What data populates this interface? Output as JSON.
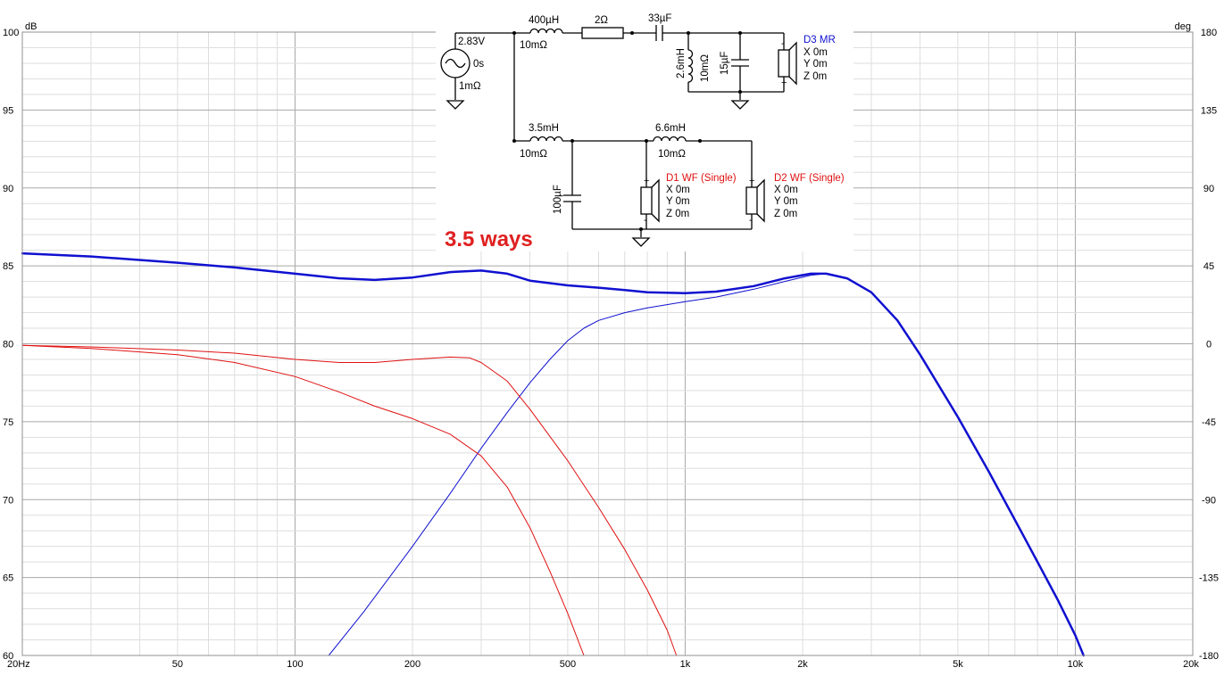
{
  "chart_data": {
    "type": "line",
    "title": "",
    "x_scale": "log",
    "xlim": [
      20,
      20000
    ],
    "ylim": [
      60,
      100
    ],
    "y2lim": [
      -180,
      180
    ],
    "left_unit": "dB",
    "right_unit": "deg",
    "x_ticks": [
      {
        "v": 20,
        "label": "20Hz"
      },
      {
        "v": 50,
        "label": "50"
      },
      {
        "v": 100,
        "label": "100"
      },
      {
        "v": 200,
        "label": "200"
      },
      {
        "v": 500,
        "label": "500"
      },
      {
        "v": 1000,
        "label": "1k"
      },
      {
        "v": 2000,
        "label": "2k"
      },
      {
        "v": 5000,
        "label": "5k"
      },
      {
        "v": 10000,
        "label": "10k"
      },
      {
        "v": 20000,
        "label": "20k"
      }
    ],
    "y_ticks": [
      {
        "v": 100,
        "label": "100"
      },
      {
        "v": 95,
        "label": "95"
      },
      {
        "v": 90,
        "label": "90"
      },
      {
        "v": 85,
        "label": "85"
      },
      {
        "v": 80,
        "label": "80"
      },
      {
        "v": 75,
        "label": "75"
      },
      {
        "v": 70,
        "label": "70"
      },
      {
        "v": 65,
        "label": "65"
      },
      {
        "v": 60,
        "label": "60"
      }
    ],
    "y2_ticks": [
      {
        "v": 180,
        "label": "180"
      },
      {
        "v": 135,
        "label": "135"
      },
      {
        "v": 90,
        "label": "90"
      },
      {
        "v": 45,
        "label": "45"
      },
      {
        "v": 0,
        "label": "0"
      },
      {
        "v": -45,
        "label": "-45"
      },
      {
        "v": -90,
        "label": "-90"
      },
      {
        "v": -135,
        "label": "-135"
      },
      {
        "v": -180,
        "label": "-180"
      }
    ],
    "grid": true,
    "series": [
      {
        "key": "total",
        "color": "#1010d0",
        "width": 2.5,
        "points": [
          [
            20,
            85.8
          ],
          [
            30,
            85.6
          ],
          [
            50,
            85.2
          ],
          [
            70,
            84.9
          ],
          [
            100,
            84.5
          ],
          [
            130,
            84.2
          ],
          [
            160,
            84.1
          ],
          [
            200,
            84.25
          ],
          [
            250,
            84.6
          ],
          [
            300,
            84.7
          ],
          [
            350,
            84.5
          ],
          [
            400,
            84.05
          ],
          [
            500,
            83.75
          ],
          [
            600,
            83.6
          ],
          [
            700,
            83.45
          ],
          [
            800,
            83.3
          ],
          [
            1000,
            83.25
          ],
          [
            1200,
            83.35
          ],
          [
            1500,
            83.7
          ],
          [
            1800,
            84.2
          ],
          [
            2100,
            84.5
          ],
          [
            2300,
            84.5
          ],
          [
            2600,
            84.2
          ],
          [
            3000,
            83.3
          ],
          [
            3500,
            81.5
          ],
          [
            4000,
            79.3
          ],
          [
            5000,
            75.3
          ],
          [
            6000,
            71.8
          ],
          [
            7000,
            68.7
          ],
          [
            8000,
            66.0
          ],
          [
            9000,
            63.6
          ],
          [
            10000,
            61.3
          ],
          [
            10500,
            60.0
          ]
        ]
      },
      {
        "key": "D3-MR",
        "color": "#1010d0",
        "width": 1,
        "points": [
          [
            122,
            60
          ],
          [
            150,
            62.8
          ],
          [
            200,
            67.0
          ],
          [
            250,
            70.4
          ],
          [
            300,
            73.3
          ],
          [
            350,
            75.6
          ],
          [
            400,
            77.5
          ],
          [
            450,
            79.0
          ],
          [
            500,
            80.2
          ],
          [
            550,
            81.0
          ],
          [
            600,
            81.5
          ],
          [
            700,
            82.0
          ],
          [
            800,
            82.3
          ],
          [
            1000,
            82.7
          ],
          [
            1200,
            83.0
          ],
          [
            1500,
            83.5
          ],
          [
            1800,
            84.0
          ],
          [
            2100,
            84.4
          ],
          [
            2300,
            84.5
          ]
        ]
      },
      {
        "key": "D1-WF",
        "color": "#e01010",
        "width": 1,
        "points": [
          [
            20,
            79.9
          ],
          [
            30,
            79.8
          ],
          [
            50,
            79.6
          ],
          [
            70,
            79.4
          ],
          [
            100,
            79.0
          ],
          [
            130,
            78.8
          ],
          [
            160,
            78.8
          ],
          [
            200,
            79.0
          ],
          [
            250,
            79.15
          ],
          [
            280,
            79.1
          ],
          [
            300,
            78.8
          ],
          [
            350,
            77.6
          ],
          [
            400,
            75.8
          ],
          [
            500,
            72.5
          ],
          [
            600,
            69.5
          ],
          [
            700,
            66.8
          ],
          [
            800,
            64.2
          ],
          [
            900,
            61.6
          ],
          [
            950,
            60.0
          ]
        ]
      },
      {
        "key": "D2-WF",
        "color": "#e01010",
        "width": 1,
        "points": [
          [
            20,
            79.9
          ],
          [
            30,
            79.7
          ],
          [
            50,
            79.3
          ],
          [
            70,
            78.8
          ],
          [
            100,
            77.9
          ],
          [
            130,
            76.9
          ],
          [
            160,
            76.0
          ],
          [
            200,
            75.2
          ],
          [
            250,
            74.2
          ],
          [
            300,
            72.8
          ],
          [
            350,
            70.8
          ],
          [
            400,
            68.2
          ],
          [
            450,
            65.4
          ],
          [
            500,
            62.7
          ],
          [
            550,
            60.0
          ]
        ]
      }
    ]
  },
  "overlay": {
    "annotation": "3.5 ways",
    "source": {
      "voltage": "2.83V",
      "delay": "0s",
      "resistance": "1mΩ"
    },
    "top_branch": {
      "l1": "400µH",
      "l1r": "10mΩ",
      "r1": "2Ω",
      "c1": "33µF",
      "l2": "2.6mH",
      "l2r": "10mΩ",
      "c2": "15µF"
    },
    "bottom_branch": {
      "l3": "3.5mH",
      "l3r": "10mΩ",
      "l4": "6.6mH",
      "l4r": "10mΩ",
      "c3": "100µF"
    },
    "drivers": [
      {
        "name": "D3 MR",
        "x": "X 0m",
        "y": "Y 0m",
        "z": "Z 0m",
        "color": "#1010d0"
      },
      {
        "name": "D1 WF (Single)",
        "x": "X 0m",
        "y": "Y 0m",
        "z": "Z 0m",
        "color": "#e01010"
      },
      {
        "name": "D2 WF (Single)",
        "x": "X 0m",
        "y": "Y 0m",
        "z": "Z 0m",
        "color": "#e01010"
      }
    ],
    "pol_plus": "+",
    "pol_minus": "-",
    "accent": "#e02020"
  }
}
